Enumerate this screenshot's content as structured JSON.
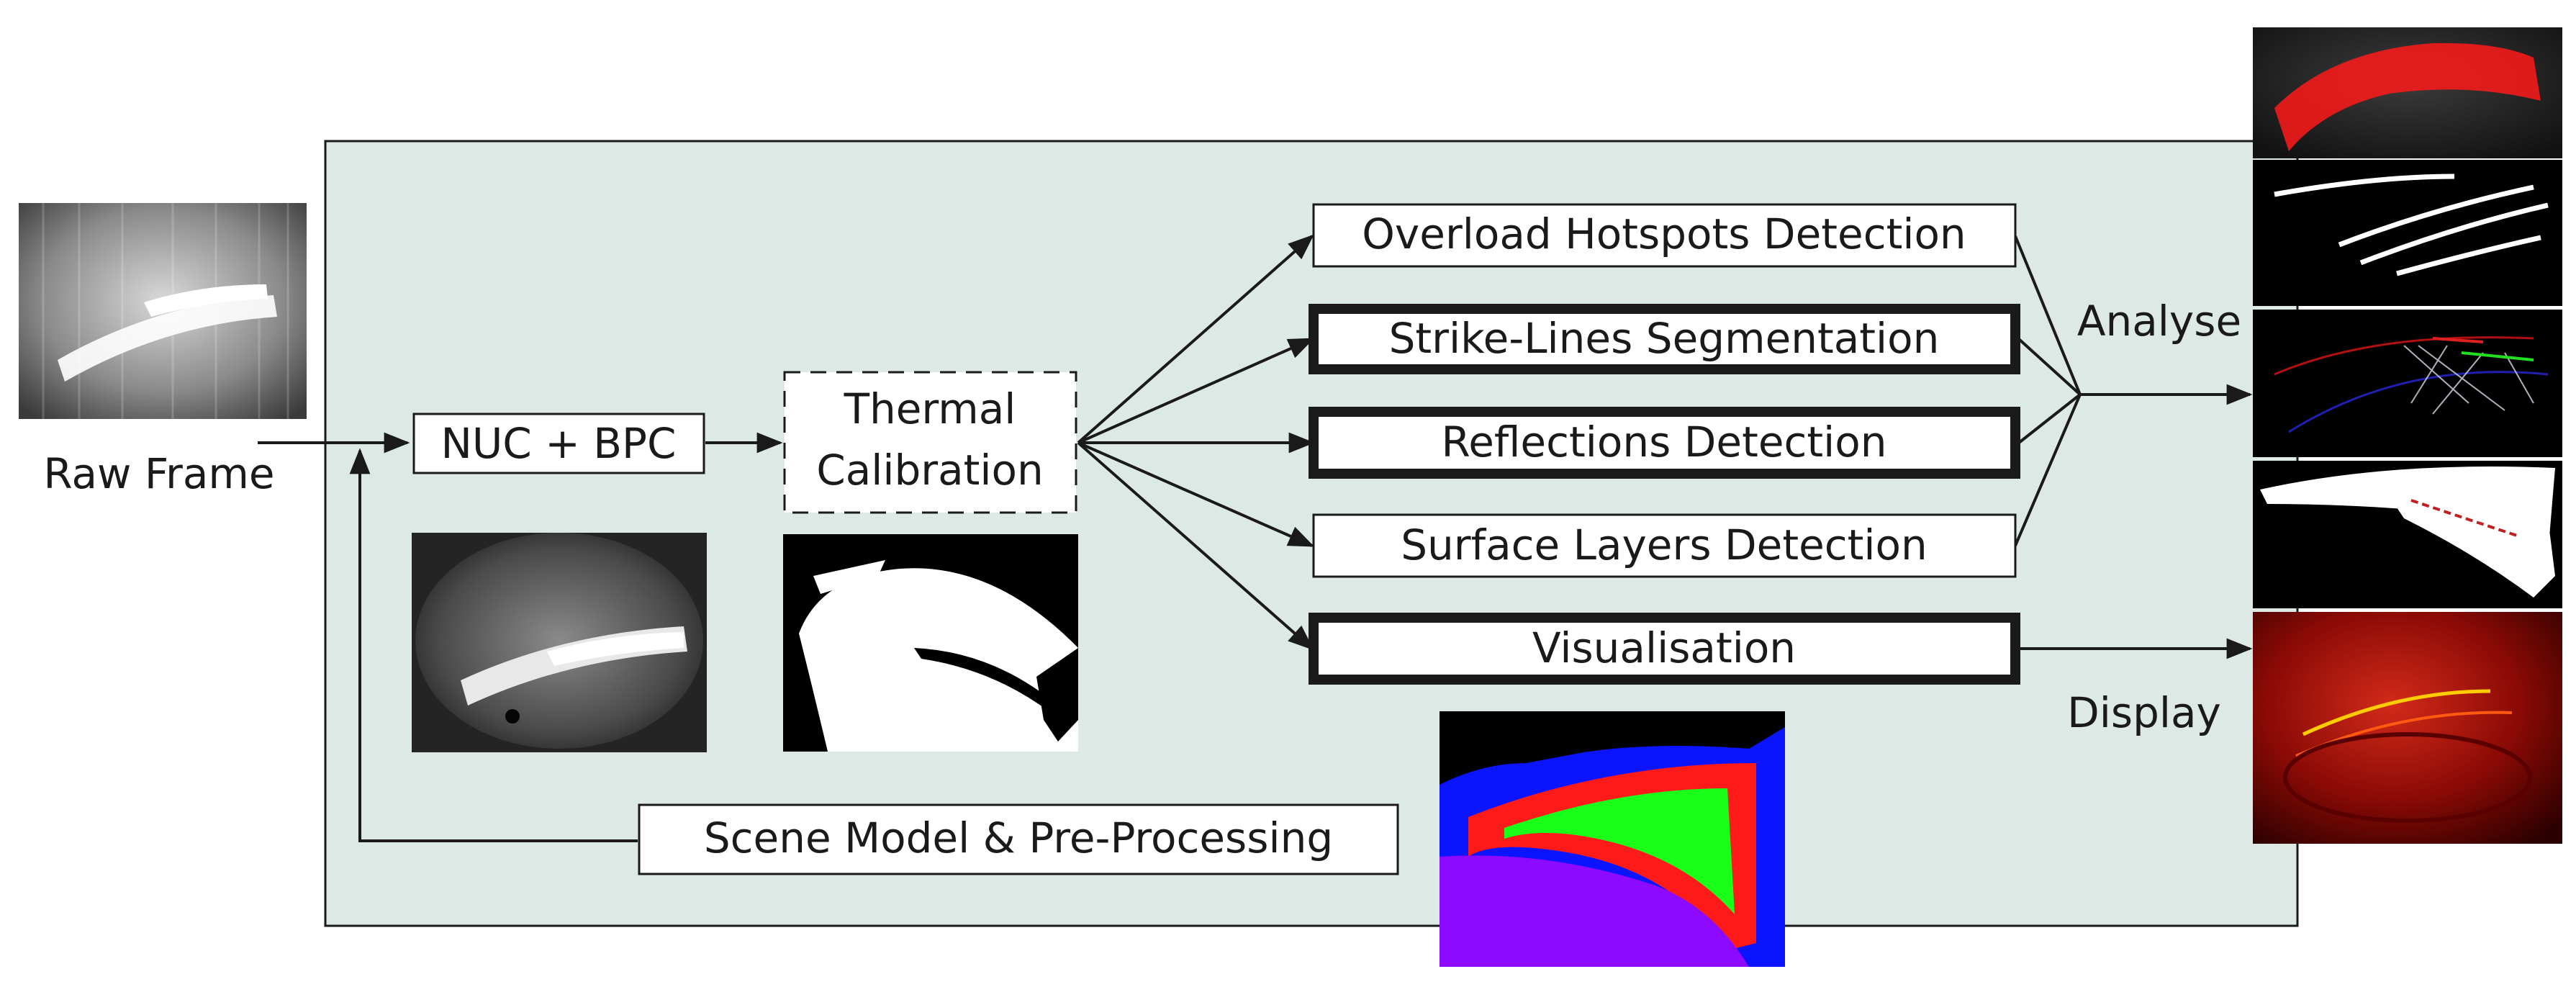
{
  "labels": {
    "raw_frame": "Raw Frame",
    "nuc_bpc": "NUC + BPC",
    "thermal_calibration_line1": "Thermal",
    "thermal_calibration_line2": "Calibration",
    "overload_hotspots": "Overload Hotspots Detection",
    "strike_lines": "Strike-Lines Segmentation",
    "reflections": "Reflections Detection",
    "surface_layers": "Surface Layers Detection",
    "visualisation": "Visualisation",
    "scene_model": "Scene Model & Pre-Processing",
    "analyse": "Analyse",
    "display": "Display"
  },
  "colors": {
    "panel_background": "#dde9e4",
    "stroke": "#1a1a1a",
    "segment_red": "#ff1a1a",
    "segment_green": "#19ff19",
    "segment_blue": "#0a14ff",
    "segment_purple": "#8c0aff",
    "thermal_red": "#b00000"
  },
  "image_panels": [
    "raw-frame-image",
    "nuc-output-image",
    "calibration-mask-image",
    "scene-segmentation-image",
    "overload-result-image",
    "strike-lines-result-image",
    "reflections-result-image",
    "surface-layers-result-image",
    "visualisation-result-image"
  ]
}
